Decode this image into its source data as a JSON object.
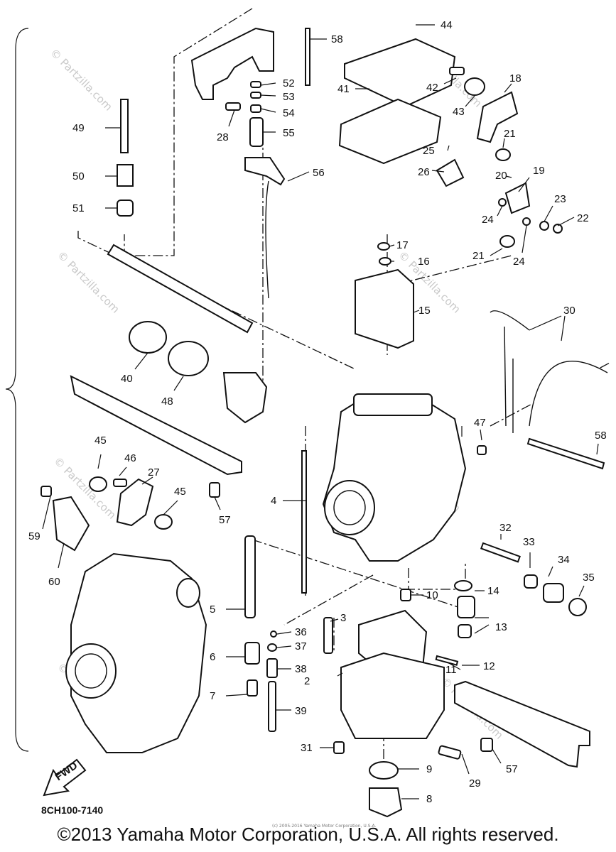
{
  "diagram": {
    "catalog_code": "8CH100-7140",
    "copyright": "©2013 Yamaha Motor Corporation, U.S.A. All rights reserved.",
    "fine_print": "(c) 2005-2016 Yamaha Motor Corporation, U.S.A.",
    "fwd_label": "FWD",
    "watermark": "© Partzilla.com",
    "part_numbers": [
      "2",
      "3",
      "4",
      "5",
      "6",
      "7",
      "8",
      "9",
      "10",
      "11",
      "12",
      "13",
      "14",
      "15",
      "16",
      "17",
      "18",
      "19",
      "20",
      "21",
      "21",
      "22",
      "23",
      "24",
      "24",
      "25",
      "26",
      "27",
      "28",
      "29",
      "30",
      "31",
      "32",
      "33",
      "34",
      "35",
      "36",
      "37",
      "38",
      "39",
      "40",
      "41",
      "42",
      "43",
      "44",
      "45",
      "45",
      "46",
      "47",
      "48",
      "49",
      "50",
      "51",
      "52",
      "53",
      "54",
      "55",
      "56",
      "57",
      "57",
      "58",
      "58",
      "59",
      "60"
    ]
  }
}
